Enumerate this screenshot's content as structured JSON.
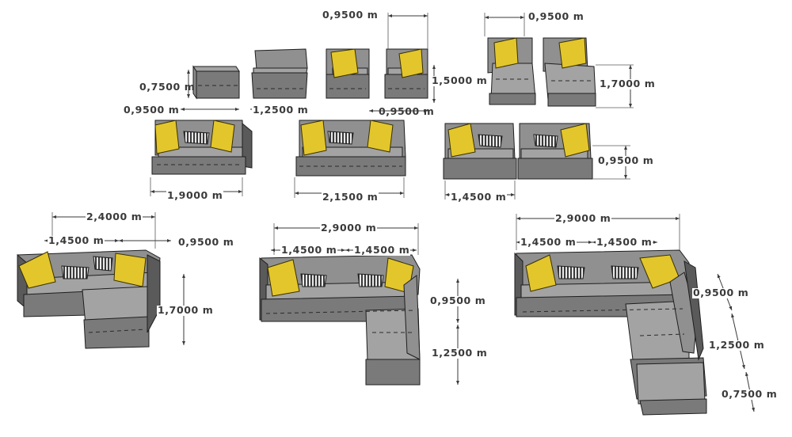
{
  "diagram": {
    "subject": "Modular sectional sofa components and combinations with dimensions",
    "modules": [
      {
        "name": "ottoman",
        "dims": [
          "0,7500 m",
          "0,9500 m"
        ]
      },
      {
        "name": "armless-1-seat",
        "dims": [
          "1,2500 m"
        ]
      },
      {
        "name": "corner-seat-left",
        "dims": [
          "0,9500 m"
        ]
      },
      {
        "name": "corner-seat-right",
        "dims": [
          "0,9500 m",
          "1,5000 m"
        ]
      },
      {
        "name": "chaise-pair",
        "dims": [
          "0,9500 m",
          "1,7000 m"
        ]
      },
      {
        "name": "sofa-2-seat",
        "dims": [
          "1,9000 m"
        ]
      },
      {
        "name": "sofa-3-seat",
        "dims": [
          "2,1500 m"
        ]
      },
      {
        "name": "sofa-pair-modules",
        "dims": [
          "1,4500 m",
          "0,9500 m"
        ]
      },
      {
        "name": "l-sectional-small",
        "dims": [
          "2,4000 m",
          "1,4500 m",
          "0,9500 m",
          "1,7000 m"
        ]
      },
      {
        "name": "l-sectional-medium",
        "dims": [
          "2,9000 m",
          "1,4500 m",
          "1,4500 m",
          "0,9500 m",
          "1,2500 m"
        ]
      },
      {
        "name": "l-sectional-large",
        "dims": [
          "2,9000 m",
          "1,4500 m",
          "1,4500 m",
          "0,9500 m",
          "1,2500 m",
          "0,7500 m"
        ]
      }
    ],
    "colors": {
      "upholstery": "#8a8a8a",
      "pillow_accent": "#e3c62c",
      "pillow_striped": "#555555",
      "outline": "#1e1e1e",
      "dimension_text": "#3a3a3a"
    }
  },
  "labels": {
    "l01": "0,9500 m",
    "l02": "0,9500 m",
    "l03": "0,7500 m",
    "l04": "1,5000 m",
    "l05": "1,7000 m",
    "l06": "0,9500 m",
    "l07": "1,2500 m",
    "l08": "0,9500 m",
    "l09": "0,9500 m",
    "l10": "1,9000 m",
    "l11": "2,1500 m",
    "l12": "1,4500 m",
    "l13": "2,4000 m",
    "l14": "1,4500 m",
    "l15": "0,9500 m",
    "l16": "1,7000 m",
    "l17": "2,9000 m",
    "l18": "1,4500 m",
    "l19": "1,4500 m",
    "l20": "0,9500 m",
    "l21": "1,2500 m",
    "l22": "2,9000 m",
    "l23": "1,4500 m",
    "l24": "1,4500 m",
    "l25": "0,9500 m",
    "l26": "1,2500 m",
    "l27": "0,7500 m"
  }
}
